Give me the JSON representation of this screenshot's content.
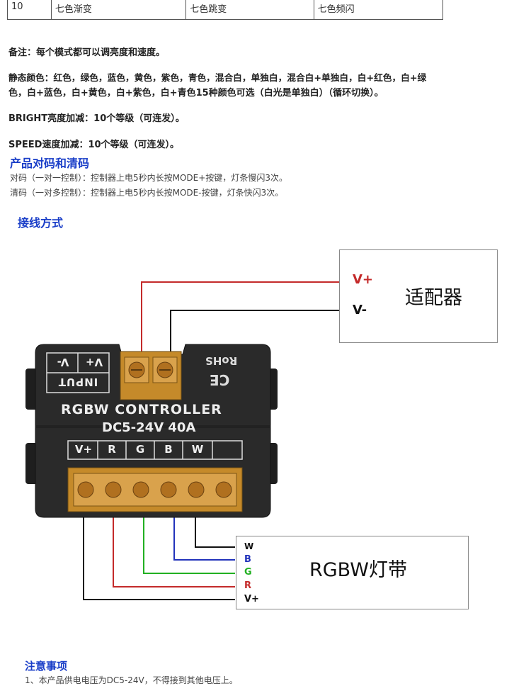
{
  "table_row": {
    "no": "10",
    "col1": "七色渐变",
    "col2": "七色跳变",
    "col3": "七色频闪"
  },
  "notes": {
    "remark": "备注：每个模式都可以调亮度和速度。",
    "static_line1": "静态颜色：红色，绿色，蓝色，黄色，紫色，青色，混合白，单独白，混合白+单独白，白+红色，白+绿",
    "static_line2": "色，白+蓝色，白+黄色，白+紫色，白+青色15种颜色可选（白光是单独白）（循环切换）。",
    "bright": "BRIGHT亮度加减：10个等级（可连发）。",
    "speed": "SPEED速度加减：10个等级（可连发）。"
  },
  "pairing": {
    "title": "产品对码和清码",
    "pair": "对码（一对一控制）：控制器上电5秒内长按MODE+按键，灯条慢闪3次。",
    "clear": "清码（一对多控制）：控制器上电5秒内长按MODE-按键，灯条快闪3次。"
  },
  "wiring": {
    "title": "接线方式",
    "adapter_label": "适配器",
    "adapter_vplus": "V+",
    "adapter_vminus": "V-",
    "strip_label": "RGBW灯带",
    "strip_terminals": [
      "W",
      "B",
      "G",
      "R",
      "V+"
    ]
  },
  "controller": {
    "title": "RGBW  CONTROLLER",
    "spec": "DC5-24V  40A",
    "input_label": "INPUT",
    "input_vplus": "V+",
    "input_vminus": "V-",
    "rohs": "RoHS",
    "ce": "CE",
    "outputs": [
      "V+",
      "R",
      "G",
      "B",
      "W"
    ]
  },
  "attention": {
    "title": "注意事项",
    "item1": "1、本产品供电电压为DC5-24V，不得接到其他电压上。"
  },
  "colors": {
    "red_wire": "#c42a2a",
    "green_wire": "#22b022",
    "blue_wire": "#2233bb",
    "black_wire": "#111111",
    "heading_blue": "#1a3ec8"
  }
}
